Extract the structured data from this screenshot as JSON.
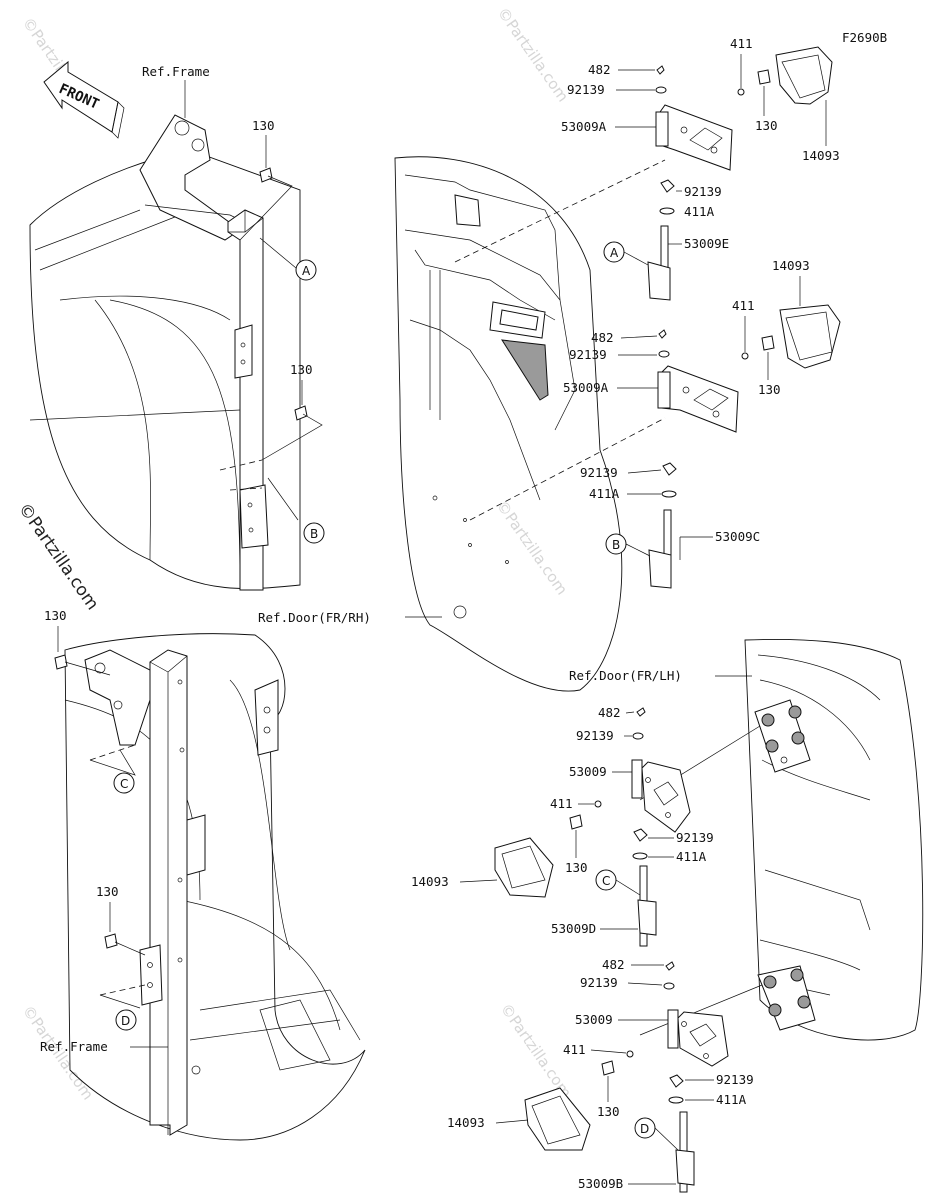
{
  "diagram": {
    "figure_id": "F2690B",
    "front_arrow_label": "FRONT",
    "watermark": "©Partzilla.com",
    "refs": {
      "frame_top": "Ref.Frame",
      "frame_bottom": "Ref.Frame",
      "door_rh": "Ref.Door(FR/RH)",
      "door_lh": "Ref.Door(FR/LH)"
    },
    "callouts": [
      "A",
      "B",
      "C",
      "D"
    ],
    "frame_bolts": [
      "130",
      "130",
      "130",
      "130"
    ],
    "rh_upper": {
      "clip": "482",
      "nut_top": "92139",
      "hinge": "53009A",
      "washer": "411",
      "bolt": "130",
      "cover": "14093",
      "nut_bottom": "92139",
      "washer_bottom": "411A",
      "pin": "53009E"
    },
    "rh_lower": {
      "clip": "482",
      "nut_top": "92139",
      "hinge": "53009A",
      "washer": "411",
      "bolt": "130",
      "cover": "14093",
      "nut_bottom": "92139",
      "washer_bottom": "411A",
      "pin": "53009C"
    },
    "lh_upper": {
      "clip": "482",
      "nut_top": "92139",
      "hinge": "53009",
      "washer": "411",
      "bolt": "130",
      "cover": "14093",
      "nut_bottom": "92139",
      "washer_bottom": "411A",
      "pin": "53009D"
    },
    "lh_lower": {
      "clip": "482",
      "nut_top": "92139",
      "hinge": "53009",
      "washer": "411",
      "bolt": "130",
      "cover": "14093",
      "nut_bottom": "92139",
      "washer_bottom": "411A",
      "pin": "53009B"
    }
  }
}
